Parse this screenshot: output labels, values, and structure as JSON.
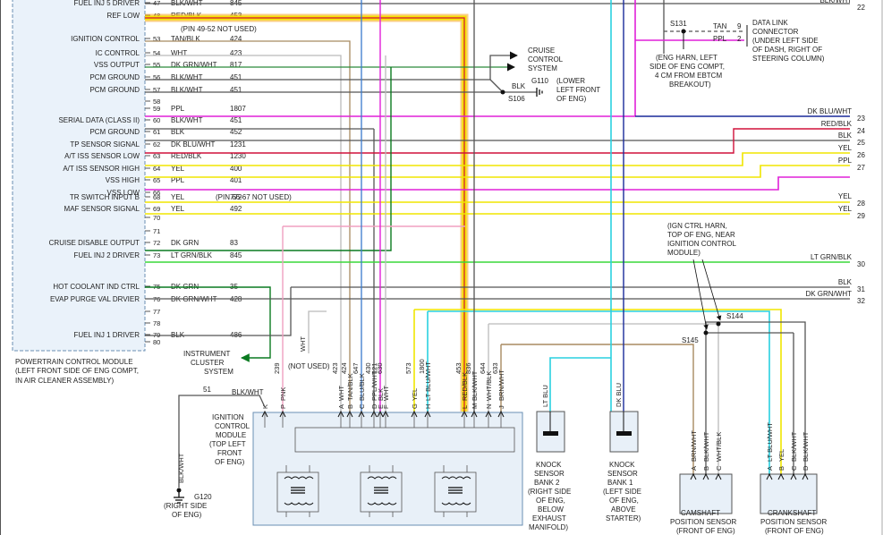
{
  "pcm": {
    "name": "POWERTRAIN CONTROL MODULE",
    "location_1": "(LEFT FRONT SIDE OF ENG COMPT,",
    "location_2": "IN AIR CLEANER ASSEMBLY)",
    "rows": [
      {
        "pin": "47",
        "func": "FUEL INJ 5 DRIVER",
        "color": "BLK/WHT",
        "circuit": "845"
      },
      {
        "pin": "48",
        "func": "REF LOW",
        "color": "RED/BLK",
        "circuit": "453"
      },
      {
        "pin": "53",
        "func": "IGNITION CONTROL",
        "color": "TAN/BLK",
        "circuit": "424"
      },
      {
        "pin": "54",
        "func": "IC CONTROL",
        "color": "WHT",
        "circuit": "423"
      },
      {
        "pin": "55",
        "func": "VSS OUTPUT",
        "color": "DK GRN/WHT",
        "circuit": "817"
      },
      {
        "pin": "56",
        "func": "PCM GROUND",
        "color": "BLK/WHT",
        "circuit": "451"
      },
      {
        "pin": "57",
        "func": "PCM GROUND",
        "color": "BLK/WHT",
        "circuit": "451"
      },
      {
        "pin": "58",
        "func": "",
        "color": "",
        "circuit": ""
      },
      {
        "pin": "59",
        "func": "",
        "color": "PPL",
        "circuit": "1807"
      },
      {
        "pin": "60",
        "func": "SERIAL DATA (CLASS II)",
        "color": "BLK/WHT",
        "circuit": "451"
      },
      {
        "pin": "61",
        "func": "PCM GROUND",
        "color": "BLK",
        "circuit": "452"
      },
      {
        "pin": "62",
        "func": "TP SENSOR SIGNAL",
        "color": "DK BLU/WHT",
        "circuit": "1231"
      },
      {
        "pin": "63",
        "func": "A/T ISS SENSOR LOW",
        "color": "RED/BLK",
        "circuit": "1230"
      },
      {
        "pin": "64",
        "func": "A/T ISS SENSOR HIGH",
        "color": "YEL",
        "circuit": "400"
      },
      {
        "pin": "65",
        "func": "VSS HIGH",
        "color": "PPL",
        "circuit": "401"
      },
      {
        "pin": "66",
        "func": "VSS LOW",
        "color": "",
        "circuit": ""
      },
      {
        "pin": "68",
        "func": "TR SWITCH INPUT B",
        "color": "YEL",
        "circuit": "772"
      },
      {
        "pin": "69",
        "func": "MAF SENSOR SIGNAL",
        "color": "YEL",
        "circuit": "492"
      },
      {
        "pin": "70",
        "func": "",
        "color": "",
        "circuit": ""
      },
      {
        "pin": "71",
        "func": "",
        "color": "",
        "circuit": ""
      },
      {
        "pin": "72",
        "func": "CRUISE DISABLE OUTPUT",
        "color": "DK GRN",
        "circuit": "83"
      },
      {
        "pin": "73",
        "func": "FUEL INJ 2 DRIVER",
        "color": "LT GRN/BLK",
        "circuit": "845"
      },
      {
        "pin": "75",
        "func": "HOT COOLANT IND CTRL",
        "color": "DK GRN",
        "circuit": "35"
      },
      {
        "pin": "76",
        "func": "EVAP PURGE VAL DRVIER",
        "color": "DK GRN/WHT",
        "circuit": "428"
      },
      {
        "pin": "77",
        "func": "",
        "color": "",
        "circuit": ""
      },
      {
        "pin": "78",
        "func": "",
        "color": "",
        "circuit": ""
      },
      {
        "pin": "79",
        "func": "FUEL INJ 1 DRIVER",
        "color": "BLK",
        "circuit": "486"
      },
      {
        "pin": "80",
        "func": "",
        "color": "",
        "circuit": ""
      }
    ],
    "notes": {
      "pins_49_52": "(PIN 49-52 NOT USED)",
      "pins_66_67": "(PIN 66-67 NOT USED)"
    }
  },
  "cruise": {
    "line1": "CRUISE",
    "line2": "CONTROL",
    "line3": "SYSTEM"
  },
  "ground_g110": {
    "name": "G110",
    "wire": "BLK",
    "splice": "S106",
    "loc1": "(LOWER",
    "loc2": "LEFT FRONT",
    "loc3": "OF ENG)"
  },
  "dlc": {
    "splice": "S131",
    "wires": [
      {
        "color": "TAN",
        "pin": "9"
      },
      {
        "color": "PPL",
        "pin": "2"
      }
    ],
    "name1": "DATA LINK",
    "name2": "CONNECTOR",
    "loc1": "(UNDER LEFT SIDE",
    "loc2": "OF DASH, RIGHT OF",
    "loc3": "STEERING COLUMN)",
    "note1": "(ENG HARN, LEFT",
    "note2": "SIDE OF ENG COMPT,",
    "note3": "4 CM FROM EBTCM",
    "note4": "BREAKOUT)"
  },
  "right_wires": [
    {
      "label": "BLK/WHT",
      "num": "22"
    },
    {
      "label": "DK BLU/WHT",
      "num": "23"
    },
    {
      "label": "RED/BLK",
      "num": "24"
    },
    {
      "label": "BLK",
      "num": "25"
    },
    {
      "label": "YEL",
      "num": "26"
    },
    {
      "label": "PPL",
      "num": "27"
    },
    {
      "label": "YEL",
      "num": "28"
    },
    {
      "label": "YEL",
      "num": "29"
    },
    {
      "label": "LT GRN/BLK",
      "num": "30"
    },
    {
      "label": "BLK",
      "num": "31"
    },
    {
      "label": "DK GRN/WHT",
      "num": "32"
    }
  ],
  "ign_harn": {
    "l1": "(IGN CTRL HARN,",
    "l2": "TOP OF ENG, NEAR",
    "l3": "IGNITION CONTROL",
    "l4": "MODULE)",
    "s144": "S144",
    "s145": "S145"
  },
  "instrument": {
    "l1": "INSTRUMENT",
    "l2": "CLUSTER",
    "l3": "SYSTEM"
  },
  "wht_not_used": {
    "color": "WHT",
    "note": "(NOT USED)"
  },
  "icm": {
    "l1": "IGNITION",
    "l2": "CONTROL",
    "l3": "MODULE",
    "l4": "(TOP LEFT",
    "l5": "FRONT",
    "l6": "OF ENG)",
    "wire51": {
      "num": "51",
      "color": "BLK/WHT"
    },
    "pins": [
      {
        "letter": "K",
        "color": "",
        "circuit": ""
      },
      {
        "letter": "P",
        "color": "PNK",
        "circuit": "239"
      },
      {
        "letter": "A",
        "color": "WHT",
        "circuit": "423"
      },
      {
        "letter": "B",
        "color": "TAN/BLK",
        "circuit": "424"
      },
      {
        "letter": "C",
        "color": "BLU/BLK",
        "circuit": "647"
      },
      {
        "letter": "D",
        "color": "PPL/WHT",
        "circuit": "430"
      },
      {
        "letter": "E",
        "color": "BLK",
        "circuit": "121"
      },
      {
        "letter": "F",
        "color": "WHT",
        "circuit": "630"
      },
      {
        "letter": "G",
        "color": "YEL",
        "circuit": "573"
      },
      {
        "letter": "H",
        "color": "LT BLU/WHT",
        "circuit": "1800"
      },
      {
        "letter": "L",
        "color": "RED/BLK",
        "circuit": "453"
      },
      {
        "letter": "M",
        "color": "BLK/WHT",
        "circuit": "836"
      },
      {
        "letter": "N",
        "color": "WHT/BLK",
        "circuit": "644"
      },
      {
        "letter": "J",
        "color": "BRN/WHT",
        "circuit": "633"
      }
    ]
  },
  "g120": {
    "name": "G120",
    "wire": "BLK/WHT",
    "l1": "(RIGHT SIDE",
    "l2": "OF ENG)"
  },
  "knock2": {
    "wire": "LT BLU",
    "l1": "KNOCK",
    "l2": "SENSOR",
    "l3": "BANK 2",
    "l4": "(RIGHT SIDE",
    "l5": "OF ENG,",
    "l6": "BELOW",
    "l7": "EXHAUST",
    "l8": "MANIFOLD)"
  },
  "knock1": {
    "wire": "DK BLU",
    "l1": "KNOCK",
    "l2": "SENSOR",
    "l3": "BANK 1",
    "l4": "(LEFT SIDE",
    "l5": "OF ENG,",
    "l6": "ABOVE",
    "l7": "STARTER)"
  },
  "cam": {
    "pins": [
      {
        "letter": "A",
        "color": "BRN/WHT"
      },
      {
        "letter": "B",
        "color": "BLK/WHT"
      },
      {
        "letter": "C",
        "color": "WHT/BLK"
      }
    ],
    "l1": "CAMSHAFT",
    "l2": "POSITION SENSOR",
    "l3": "(FRONT OF ENG)"
  },
  "crank": {
    "pins": [
      {
        "letter": "A",
        "color": "LT BLU/WHT"
      },
      {
        "letter": "B",
        "color": "YEL"
      },
      {
        "letter": "C",
        "color": "BLK/WHT"
      },
      {
        "letter": "D",
        "color": "BLK/WHT"
      }
    ],
    "l1": "CRANKSHAFT",
    "l2": "POSITION SENSOR",
    "l3": "(FRONT OF ENG)"
  },
  "colors": {
    "pcm_fill": "#eaf2fa",
    "box_fill": "#e8f0f8",
    "highlight": "#f5e400",
    "highlight_glow": "#f5a623"
  }
}
